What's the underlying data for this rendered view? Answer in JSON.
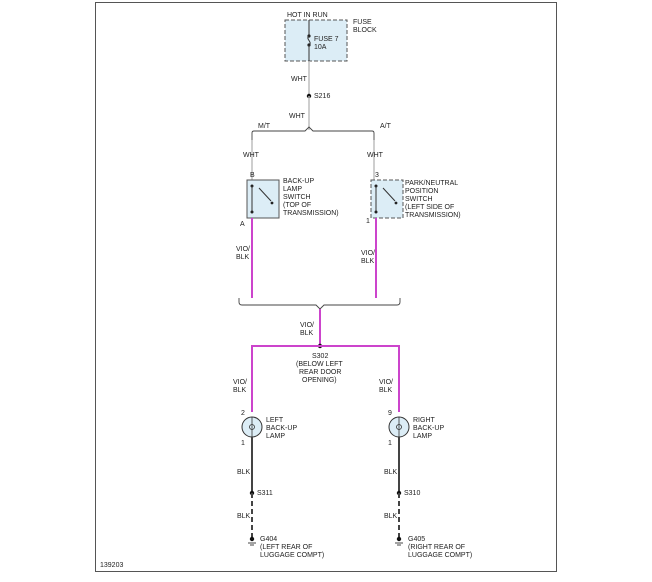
{
  "fuse_block": {
    "source_label": "HOT IN RUN",
    "block_label": [
      "FUSE",
      "BLOCK"
    ],
    "fuse_label": [
      "FUSE 7",
      "10A"
    ]
  },
  "feed": {
    "wire_upper": "WHT",
    "splice_upper": "S216",
    "wire_lower": "WHT",
    "branch_left": "M/T",
    "branch_right": "A/T"
  },
  "switch_left": {
    "wire": "WHT",
    "pin_top": "B",
    "pin_bottom": "A",
    "label": [
      "BACK-UP",
      "LAMP",
      "SWITCH",
      "(TOP OF",
      "TRANSMISSION)"
    ],
    "out_wire": [
      "VIO/",
      "BLK"
    ]
  },
  "switch_right": {
    "wire": "WHT",
    "pin_top": "3",
    "pin_bottom": "1",
    "label": [
      "PARK/NEUTRAL",
      "POSITION",
      "SWITCH",
      "(LEFT SIDE OF",
      "TRANSMISSION)"
    ],
    "out_wire": [
      "VIO/",
      "BLK"
    ]
  },
  "merge": {
    "wire": [
      "VIO/",
      "BLK"
    ],
    "splice": [
      "S302",
      "(BELOW LEFT",
      "REAR DOOR",
      "OPENING)"
    ]
  },
  "lamp_left": {
    "in_wire": [
      "VIO/",
      "BLK"
    ],
    "pin_top": "2",
    "pin_bottom": "1",
    "label": [
      "LEFT",
      "BACK-UP",
      "LAMP"
    ],
    "ground_wire_upper": "BLK",
    "splice": "S311",
    "ground_wire_lower": "BLK",
    "ground": [
      "G404",
      "(LEFT REAR OF",
      "LUGGAGE COMPT)"
    ]
  },
  "lamp_right": {
    "in_wire": [
      "VIO/",
      "BLK"
    ],
    "pin_top": "9",
    "pin_bottom": "1",
    "label": [
      "RIGHT",
      "BACK-UP",
      "LAMP"
    ],
    "ground_wire_upper": "BLK",
    "splice": "S310",
    "ground_wire_lower": "BLK",
    "ground": [
      "G405",
      "(RIGHT REAR OF",
      "LUGGAGE COMPT)"
    ]
  },
  "figure_number": "139203",
  "colors": {
    "wire_white": "#b8b8b8",
    "wire_violet": "#cc44cc",
    "wire_black": "#444444",
    "component_fill": "#dcedf6",
    "line": "#333333"
  }
}
